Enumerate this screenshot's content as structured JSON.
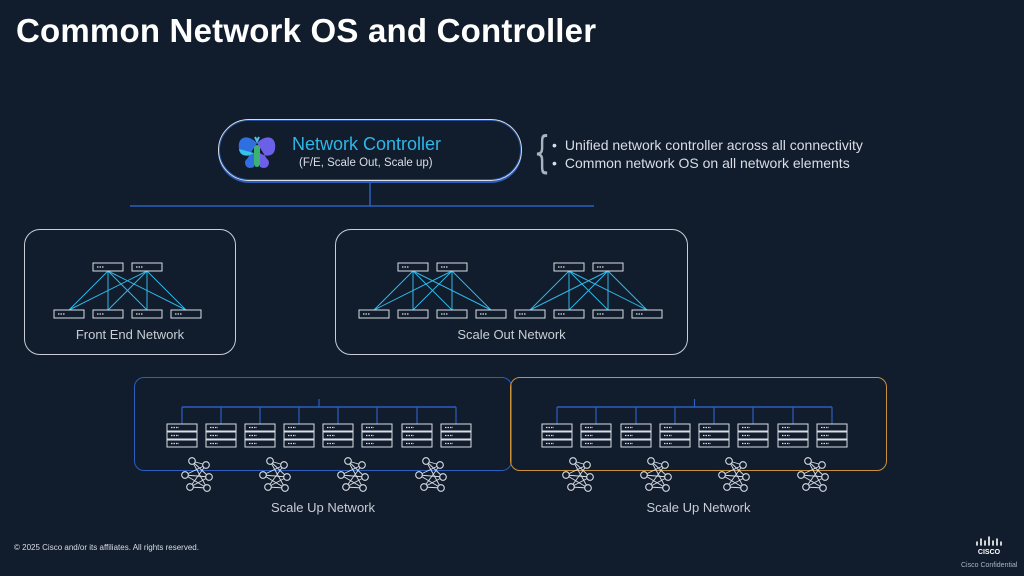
{
  "title": "Common Network OS and Controller",
  "controller": {
    "name": "Network Controller",
    "subtitle": "(F/E, Scale Out, Scale up)"
  },
  "bullets": [
    "Unified network controller across all connectivity",
    "Common network OS on all network elements"
  ],
  "networks": {
    "front_end": "Front End Network",
    "scale_out": "Scale Out Network",
    "scale_up_1": "Scale Up Network",
    "scale_up_2": "Scale Up Network"
  },
  "footer": "© 2025 Cisco and/or its affiliates. All rights reserved.",
  "brand": {
    "logo": "CISCO",
    "confidential": "Cisco Confidential"
  },
  "colors": {
    "background": "#111c2c",
    "accent_blue": "#2a5fbf",
    "accent_orange": "#c9923a",
    "link_cyan": "#2fb6e8"
  }
}
